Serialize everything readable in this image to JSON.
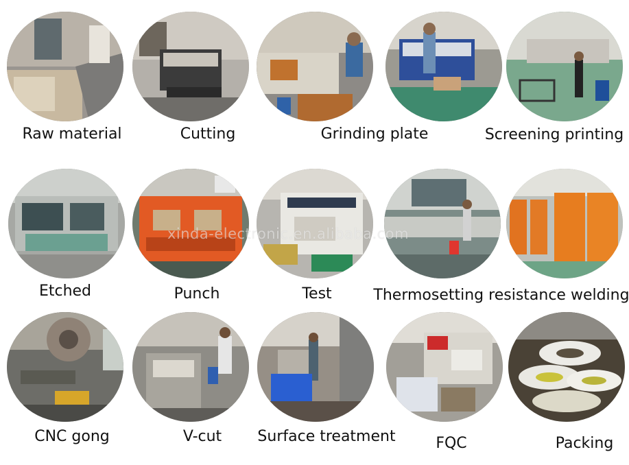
{
  "steps": [
    {
      "label": "Raw material"
    },
    {
      "label": "Cutting"
    },
    {
      "label": "Grinding plate"
    },
    {
      "label": "Screening printing"
    },
    {
      "label": "Etched"
    },
    {
      "label": "Punch"
    },
    {
      "label": "Test"
    },
    {
      "label": "Thermosetting resistance welding"
    },
    {
      "label": "CNC gong"
    },
    {
      "label": "V-cut"
    },
    {
      "label": "Surface treatment"
    },
    {
      "label": "FQC"
    },
    {
      "label": "Packing"
    }
  ],
  "watermark": "xinda-electronic.en.alibaba.com"
}
